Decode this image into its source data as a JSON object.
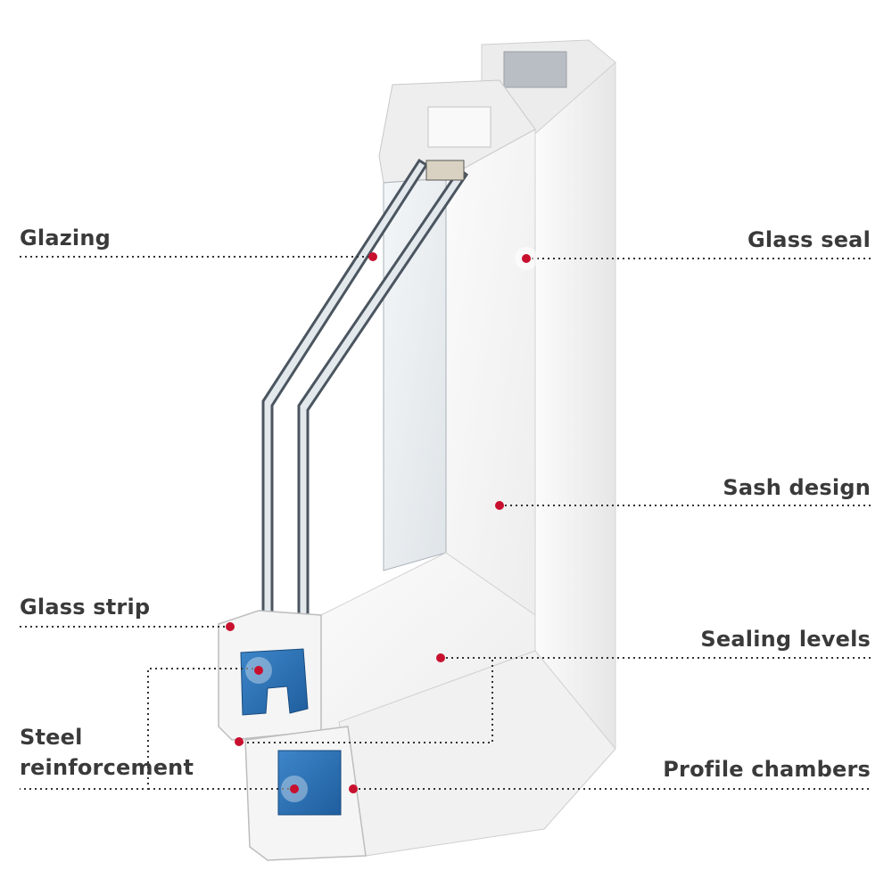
{
  "labels": {
    "glazing": "Glazing",
    "glass_seal": "Glass seal",
    "sash_design": "Sash design",
    "glass_strip": "Glass strip",
    "sealing_levels": "Sealing levels",
    "steel_line1": "Steel",
    "steel_line2": "reinforcement",
    "profile_chambers": "Profile chambers"
  },
  "colors": {
    "marker": "#c8102e",
    "leader": "#333333",
    "frame": "#f4f4f4",
    "frame_shadow": "#d9d9d9",
    "glass_edge": "#4b5560",
    "glass": "#e9edf0",
    "steel": "#2d6fb3",
    "text": "#3a3a3a"
  }
}
